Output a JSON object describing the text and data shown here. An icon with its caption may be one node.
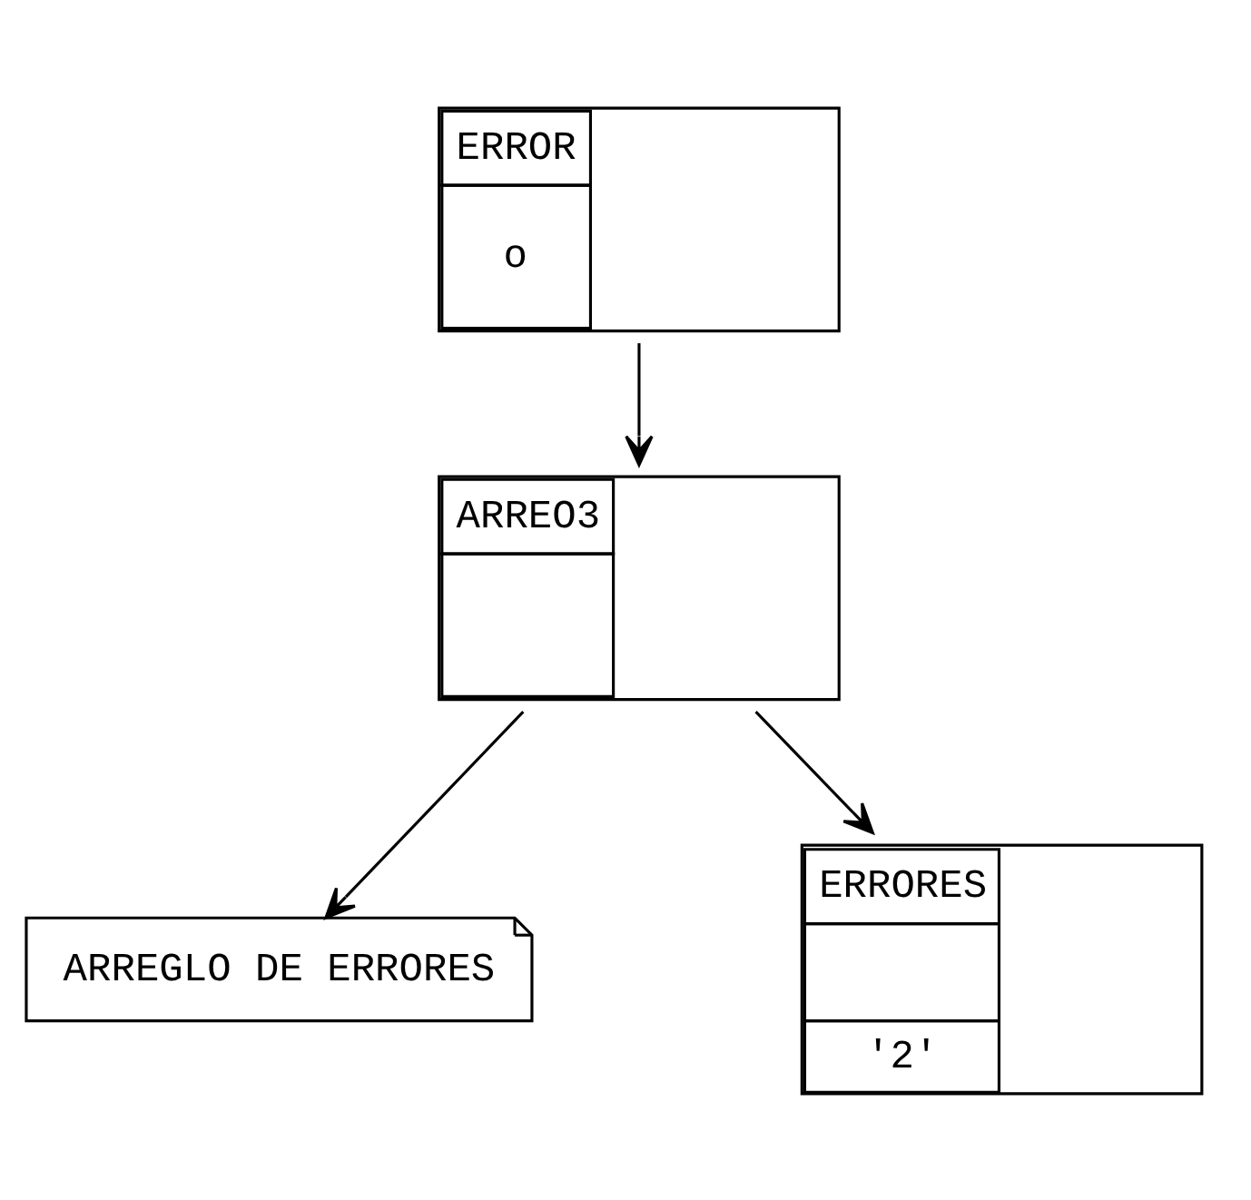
{
  "diagram": {
    "nodes": [
      {
        "text": [
          "ERROR",
          "o"
        ]
      },
      {
        "text": [
          "ARREO3"
        ]
      },
      {
        "text": [
          "ARREGLO DE ERRORES"
        ]
      },
      {
        "text": [
          "ERRORES",
          "'2'"
        ]
      }
    ],
    "edges": [
      {
        "from": 0,
        "to": 1,
        "arrow": "to"
      },
      {
        "from": 1,
        "to": 2,
        "arrow": "to"
      },
      {
        "from": 1,
        "to": 3,
        "arrow": "to"
      }
    ]
  }
}
